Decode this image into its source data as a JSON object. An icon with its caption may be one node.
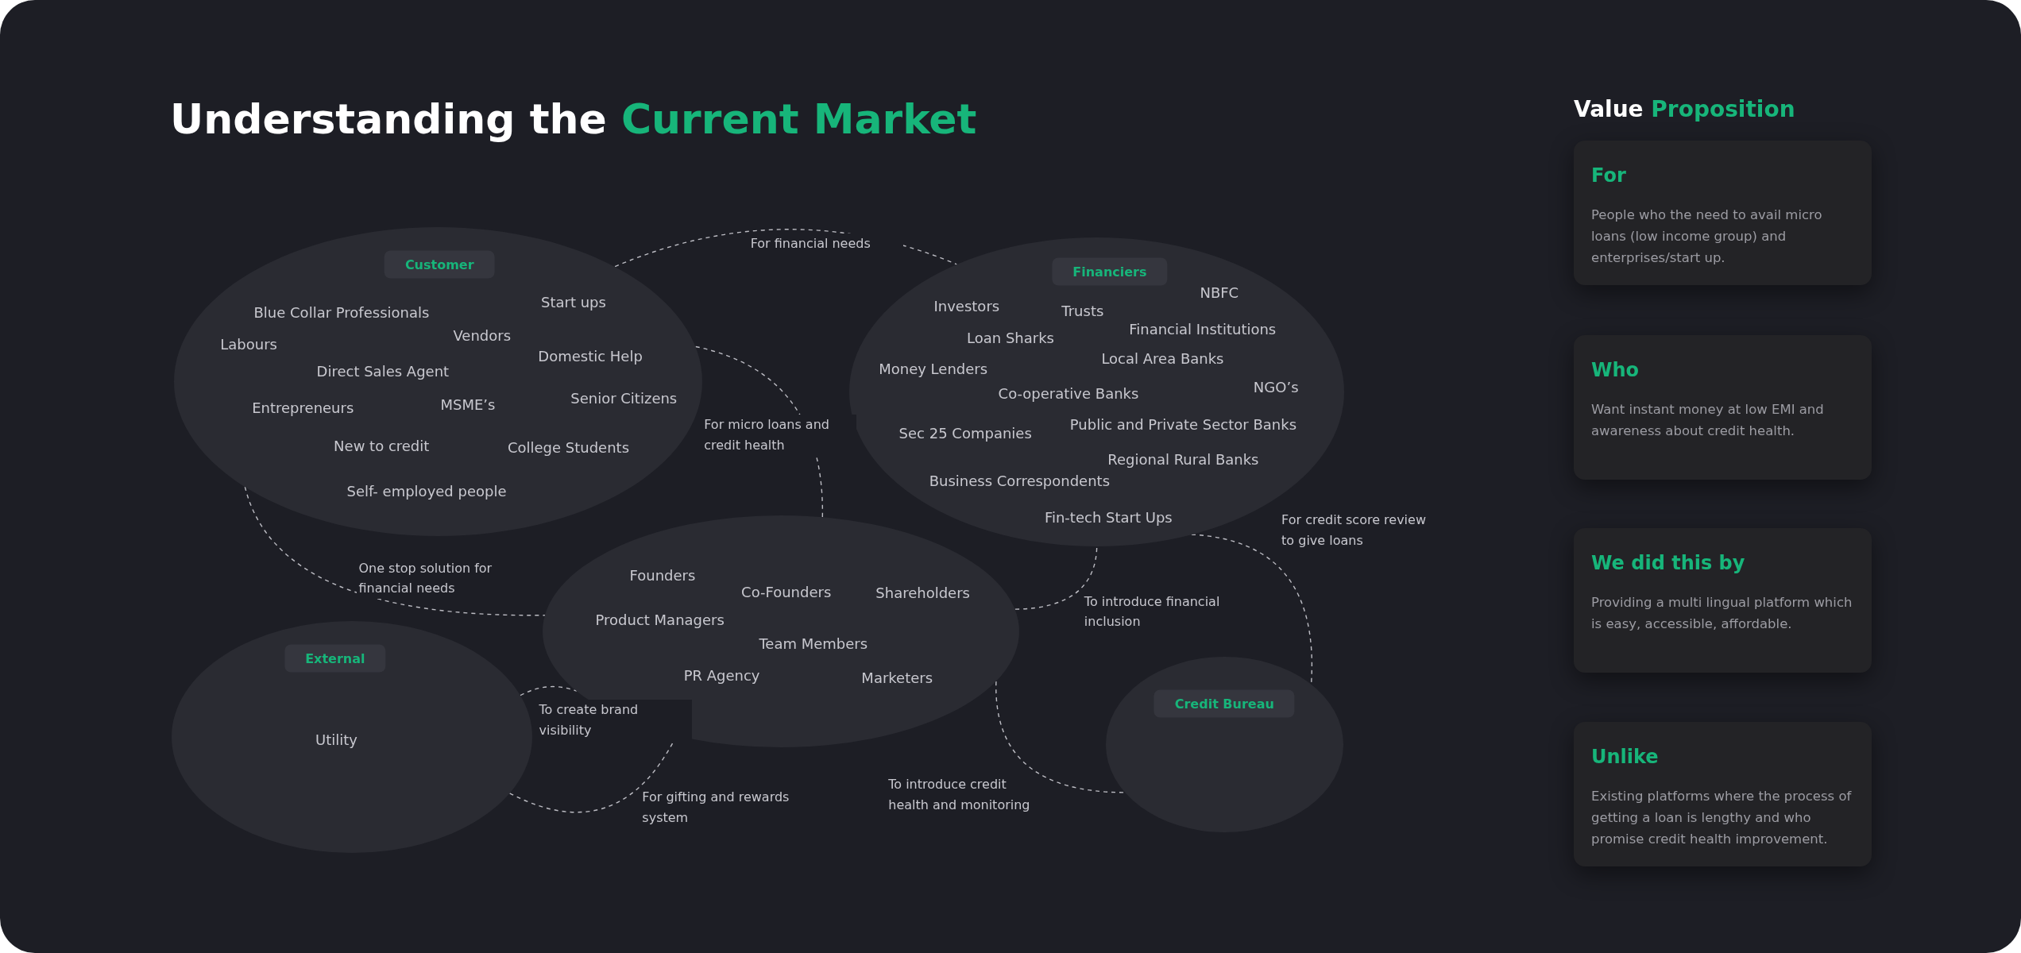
{
  "diagram": {
    "title": "Understanding the Current Market",
    "nodes": [
      {
        "text": [
          "Customer",
          "Blue Collar Professionals",
          "Start ups",
          "Labours",
          "Vendors",
          "Domestic Help",
          "Direct Sales Agent",
          "Entrepreneurs",
          "MSME’s",
          "Senior Citizens",
          "New to credit",
          "College Students",
          "Self- employed people"
        ]
      },
      {
        "text": [
          "Financiers",
          "NBFC",
          "Investors",
          "Trusts",
          "Financial Institutions",
          "Loan Sharks",
          "Local Area Banks",
          "Money Lenders",
          "Co-operative Banks",
          "NGO’s",
          "Sec 25 Companies",
          "Public and Private Sector Banks",
          "Regional Rural Banks",
          "Business Correspondents",
          "Fin-tech Start Ups"
        ]
      },
      {
        "text": [
          "Founders",
          "Co-Founders",
          "Shareholders",
          "Product Managers",
          "Team Members",
          "PR Agency",
          "Marketers"
        ]
      },
      {
        "text": [
          "External",
          "Utility"
        ]
      },
      {
        "text": [
          "Credit Bureau"
        ]
      },
      {
        "text": [
          "For",
          "People who the need to avail micro loans (low income group) and enterprises/start up."
        ]
      },
      {
        "text": [
          "Who",
          "Want instant money at low EMI and awareness about credit health."
        ]
      },
      {
        "text": [
          "We did this by",
          "Providing a multi lingual platform which is easy, accessible, affordable."
        ]
      },
      {
        "text": [
          "Unlike",
          "Existing platforms where the process of getting a loan is lengthy and who promise credit health improvement."
        ]
      }
    ],
    "edges": [
      {
        "from": 0,
        "to": 1,
        "arrow": "none",
        "style": "dashed",
        "label": "For financial needs"
      },
      {
        "from": 0,
        "to": 2,
        "arrow": "none",
        "style": "dashed",
        "label": "For micro loans and credit health"
      },
      {
        "from": 0,
        "to": 2,
        "arrow": "none",
        "style": "dashed",
        "label": "One stop solution for financial needs"
      },
      {
        "from": 2,
        "to": 1,
        "arrow": "none",
        "style": "dashed",
        "label": "To introduce financial inclusion"
      },
      {
        "from": 1,
        "to": 4,
        "arrow": "none",
        "style": "dashed",
        "label": "For credit score review to give loans"
      },
      {
        "from": 2,
        "to": 4,
        "arrow": "none",
        "style": "dashed",
        "label": "To introduce credit health and monitoring"
      },
      {
        "from": 3,
        "to": 2,
        "arrow": "none",
        "style": "dashed",
        "label": "To create brand visibility"
      },
      {
        "from": 3,
        "to": 2,
        "arrow": "none",
        "style": "dashed",
        "label": "For gifting and rewards system"
      }
    ],
    "labels": [
      "Value Proposition"
    ]
  }
}
